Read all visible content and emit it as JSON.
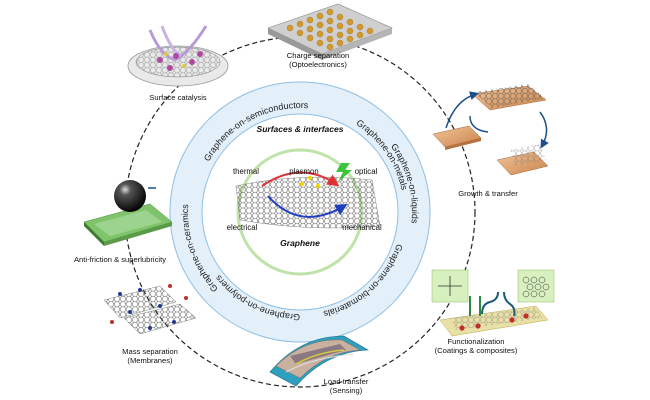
{
  "center": {
    "title_top": "Surfaces & interfaces",
    "title_bottom": "Graphene",
    "properties": {
      "thermal": "thermal",
      "plasmon": "plasmon",
      "optical": "optical",
      "electrical": "electrical",
      "mechanical": "mechanical"
    }
  },
  "ring_labels": [
    "Graphene-on-semiconductors",
    "Graphene-on-metals",
    "Graphene-on-liquids",
    "Graphene-on-biomaterials",
    "Graphene-on-polymers",
    "Graphene-on-ceramics"
  ],
  "applications": {
    "charge_separation": [
      "Charge separation",
      "(Optoelectronics)"
    ],
    "surface_catalysis": [
      "Surface catalysis"
    ],
    "growth_transfer": [
      "Growth & transfer"
    ],
    "anti_friction": [
      "Anti-friction & superlubricity"
    ],
    "functionalization": [
      "Functionalization",
      "(Coatings & composites)"
    ],
    "mass_separation": [
      "Mass separation",
      "(Membranes)"
    ],
    "load_transfer": [
      "Load transfer",
      "(Sensing)"
    ]
  },
  "icons": {
    "lightning": "lightning-bolt-icon"
  },
  "colors": {
    "ring_fill": "#e3f0fa",
    "ring_stroke": "#8fbfe3",
    "inner_green": "#bfe3a8",
    "arrow_red": "#e03030",
    "arrow_blue": "#1f3fbf",
    "lightning": "#3cc43c",
    "gold": "#d29a2a"
  }
}
